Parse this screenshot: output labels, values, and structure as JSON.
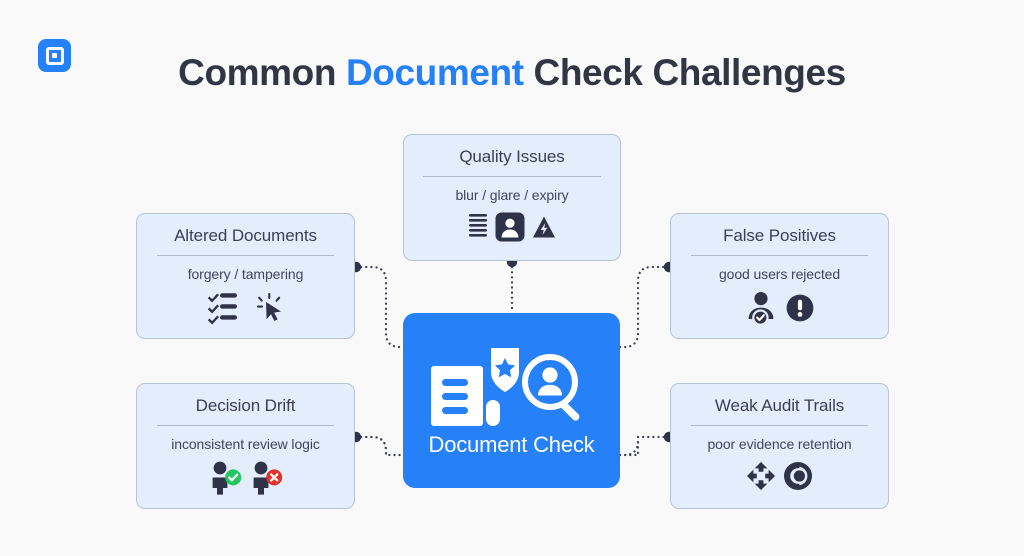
{
  "brand": {
    "logo_icon": "square-in-square-logo-icon",
    "accent_color": "#2680f7",
    "dark_color": "#323544",
    "card_fill": "#e4edfb",
    "card_border": "#b9c3d4",
    "page_background": "#f9f9fa"
  },
  "header": {
    "title_part1": "Common ",
    "title_accent": "Document",
    "title_part2": " Check Challenges"
  },
  "hub": {
    "label": "Document Check",
    "icons": [
      "document-icon",
      "shield-star-icon",
      "magnifier-person-icon"
    ]
  },
  "cards": [
    {
      "id": "altered-documents",
      "title": "Altered Documents",
      "subtitle": "forgery / tampering",
      "icons": [
        "checklist-icon",
        "cursor-click-icon"
      ]
    },
    {
      "id": "decision-drift",
      "title": "Decision Drift",
      "subtitle": "inconsistent review logic",
      "icons": [
        "person-approved-icon",
        "person-rejected-icon"
      ],
      "badge_colors": {
        "approved": "#22c55e",
        "rejected": "#e0322c"
      }
    },
    {
      "id": "quality-issues",
      "title": "Quality Issues",
      "subtitle": "blur / glare / expiry",
      "icons": [
        "lines-icon",
        "id-card-person-icon",
        "warning-bolt-icon"
      ]
    },
    {
      "id": "false-positives",
      "title": "False Positives",
      "subtitle": "good users rejected",
      "icons": [
        "user-verified-icon",
        "exclamation-circle-icon"
      ]
    },
    {
      "id": "weak-audit-trails",
      "title": "Weak Audit Trails",
      "subtitle": "poor evidence retention",
      "icons": [
        "recycle-arrows-icon",
        "spiral-disc-icon"
      ]
    }
  ]
}
